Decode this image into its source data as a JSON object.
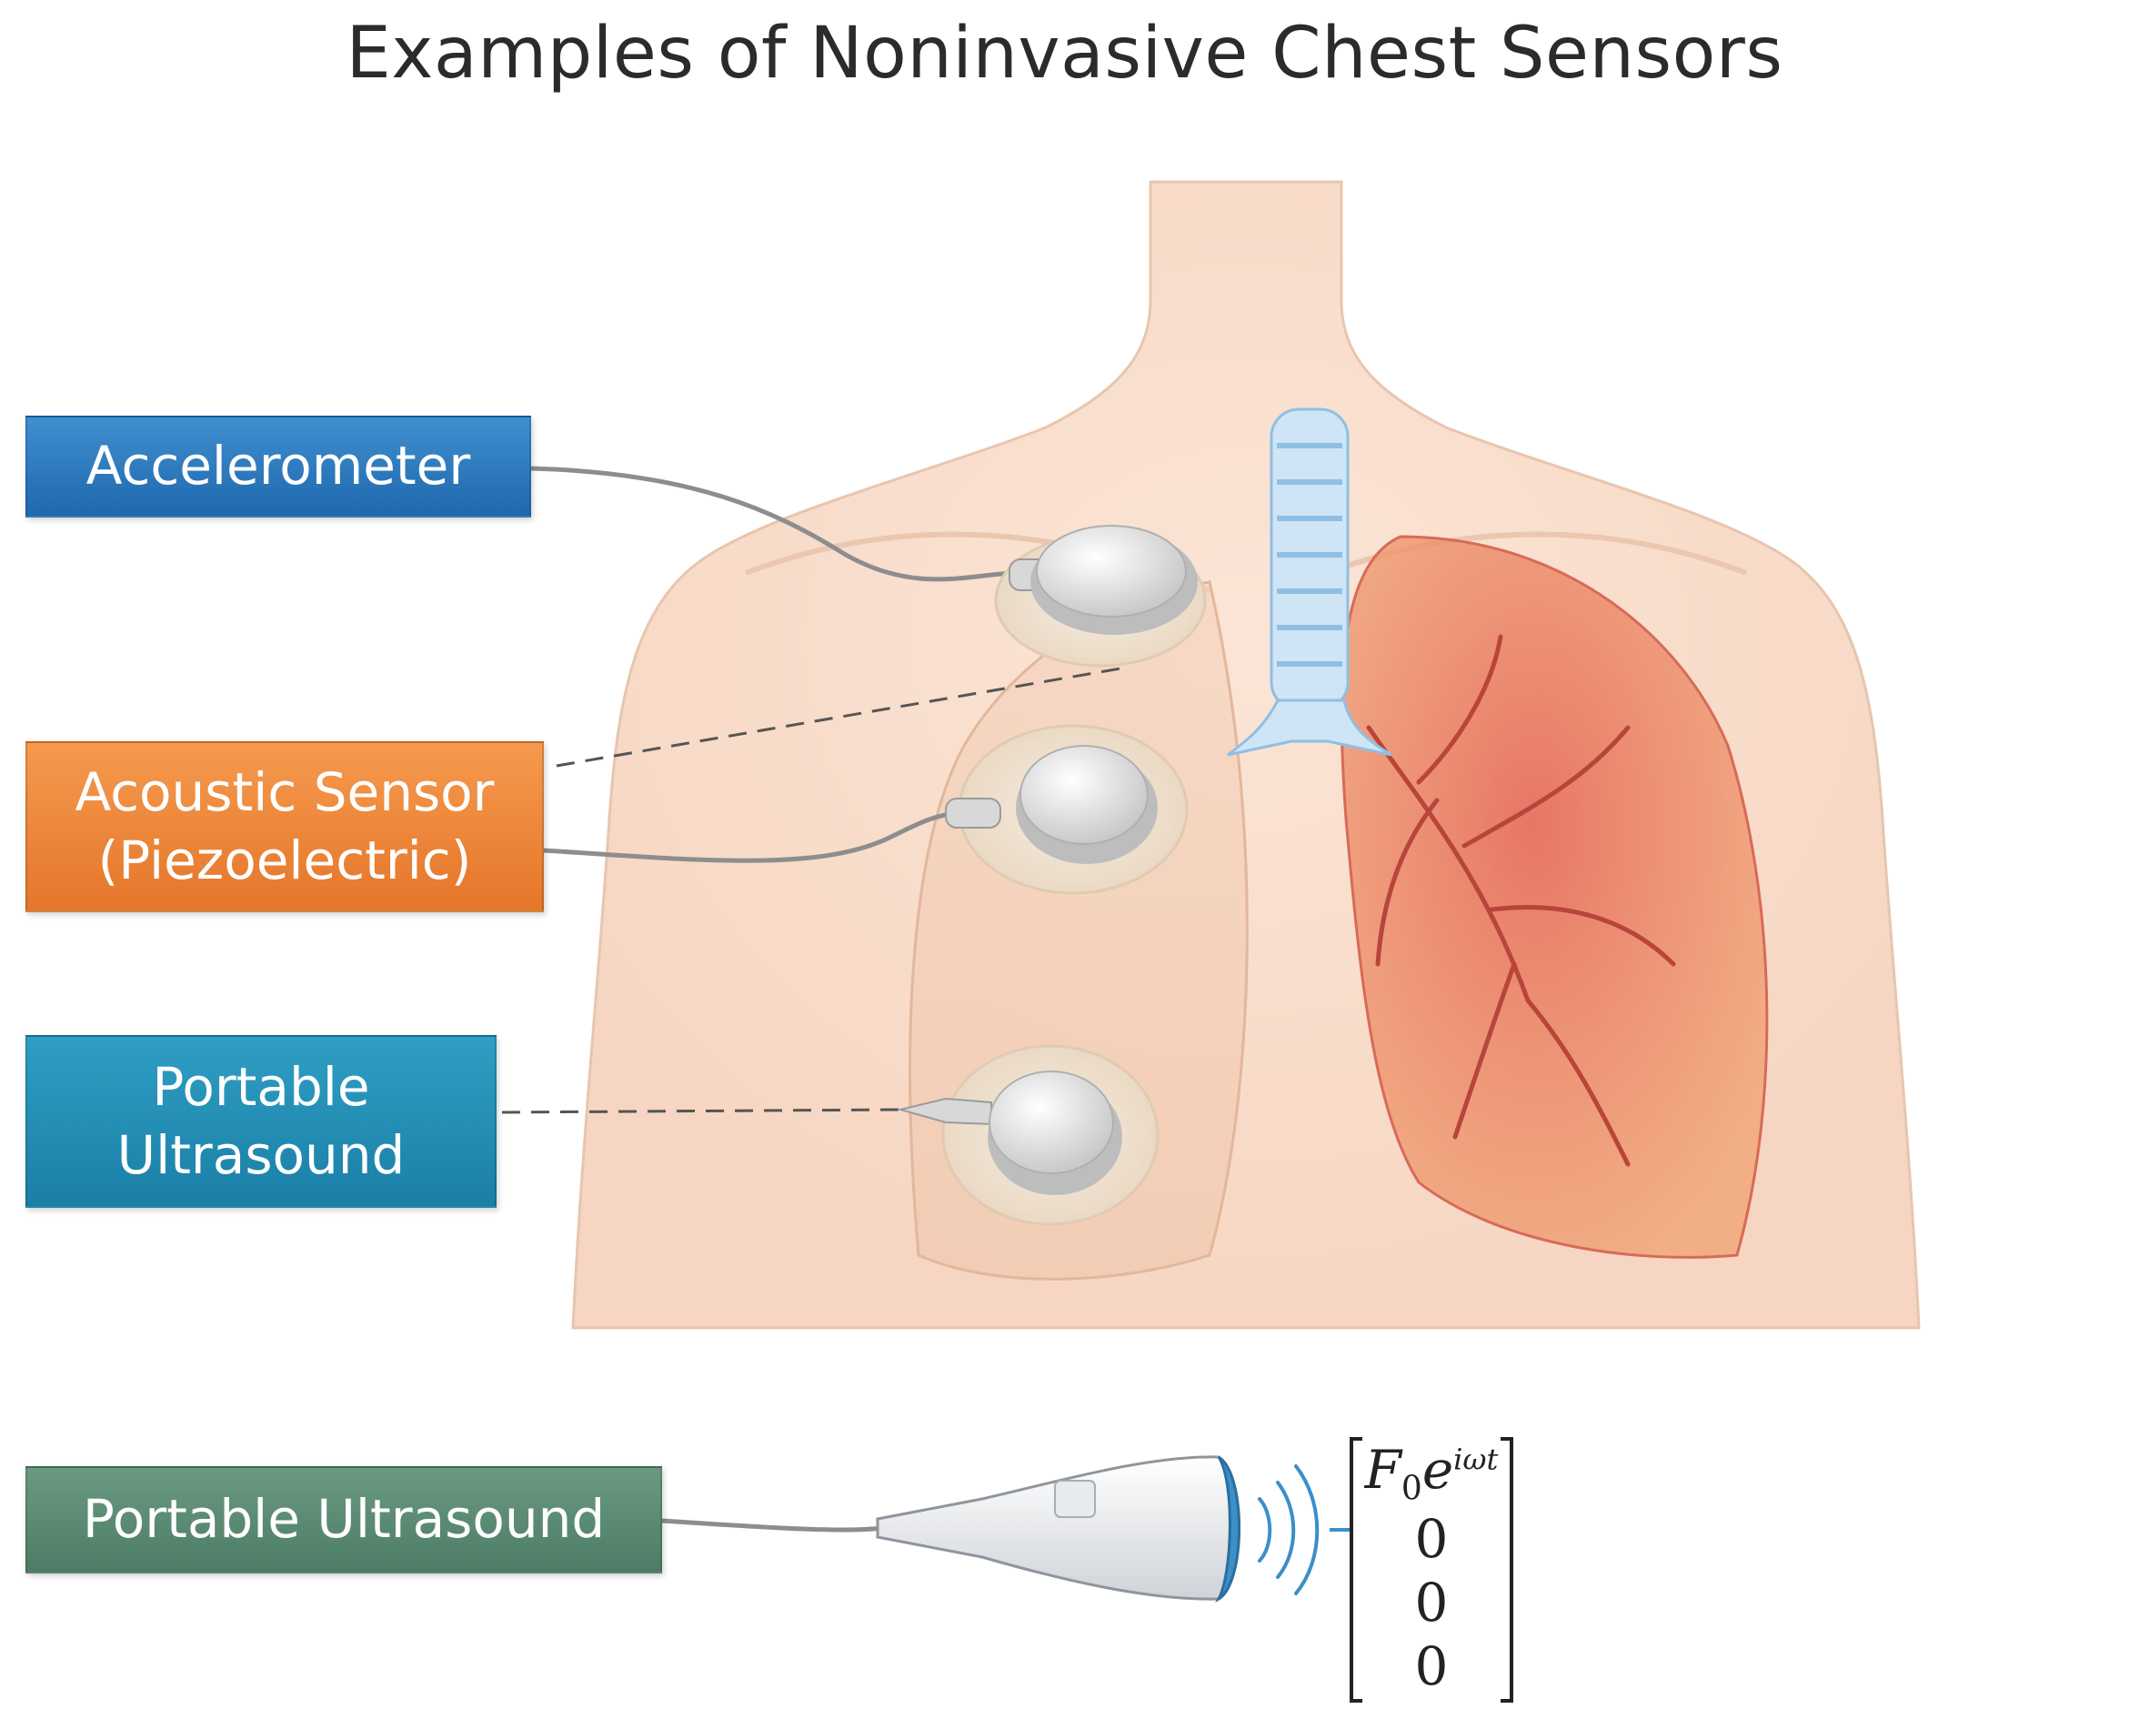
{
  "title": "Examples of Noninvasive Chest Sensors",
  "labels": {
    "accelerometer": "Accelerometer",
    "acoustic_line1": "Acoustic Sensor",
    "acoustic_line2": "(Piezoelectric)",
    "ultrasound_line1": "Portable",
    "ultrasound_line2": "Ultrasound",
    "ultrasound_probe": "Portable Ultrasound"
  },
  "matrix": {
    "top_base": "F",
    "top_sub": "0",
    "top_sup": "e",
    "top_sup2": "iωt",
    "row2": "0",
    "row3": "0",
    "row4": "0"
  },
  "colors": {
    "accelerometer": "#2a78bd",
    "acoustic": "#ee8638",
    "ultrasound": "#2490b8",
    "probe_label": "#5b8a73",
    "lung": "#e0584a",
    "trachea": "#9cc8ea"
  }
}
